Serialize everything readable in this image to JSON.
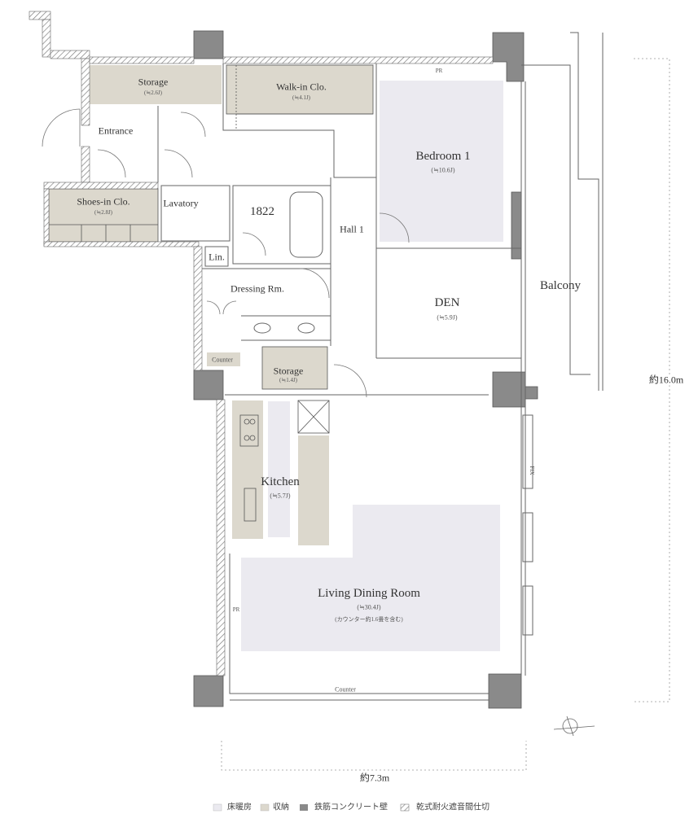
{
  "rooms": {
    "storage_top": {
      "name": "Storage",
      "area": "(≒2.6J)"
    },
    "walkin": {
      "name": "Walk-in Clo.",
      "area": "(≒4.1J)"
    },
    "bedroom1": {
      "name": "Bedroom 1",
      "area": "(≒10.6J)"
    },
    "entrance": {
      "name": "Entrance"
    },
    "shoes": {
      "name": "Shoes-in Clo.",
      "area": "(≒2.8J)"
    },
    "lavatory": {
      "name": "Lavatory"
    },
    "bath": {
      "name": "1822"
    },
    "hall": {
      "name": "Hall 1"
    },
    "lin": {
      "name": "Lin."
    },
    "dressing": {
      "name": "Dressing Rm."
    },
    "den": {
      "name": "DEN",
      "area": "(≒5.9J)"
    },
    "balcony": {
      "name": "Balcony"
    },
    "counter_small": {
      "name": "Counter"
    },
    "storage_mid": {
      "name": "Storage",
      "area": "(≒1.4J)"
    },
    "kitchen": {
      "name": "Kitchen",
      "area": "(≒5.7J)"
    },
    "ldr": {
      "name": "Living Dining Room",
      "area": "(≒30.4J)",
      "note": "(カウンター約1.6畳を含む)"
    },
    "counter_bottom": {
      "name": "Counter"
    }
  },
  "marks": {
    "pr_top": "PR",
    "pr_left": "PR",
    "fix": "FIX"
  },
  "dimensions": {
    "height": "約16.0m",
    "width": "約7.3m"
  },
  "legend": [
    {
      "label": "床暖房",
      "color": "#ebeaf0"
    },
    {
      "label": "収納",
      "color": "#dcd8cd"
    },
    {
      "label": "鉄筋コンクリート壁",
      "color": "#8a8a8a"
    },
    {
      "label": "乾式耐火遮音間仕切",
      "color": "#ffffff"
    }
  ],
  "colors": {
    "floor_heating": "#ebeaf0",
    "storage": "#dcd8cd",
    "concrete": "#8a8a8a"
  }
}
